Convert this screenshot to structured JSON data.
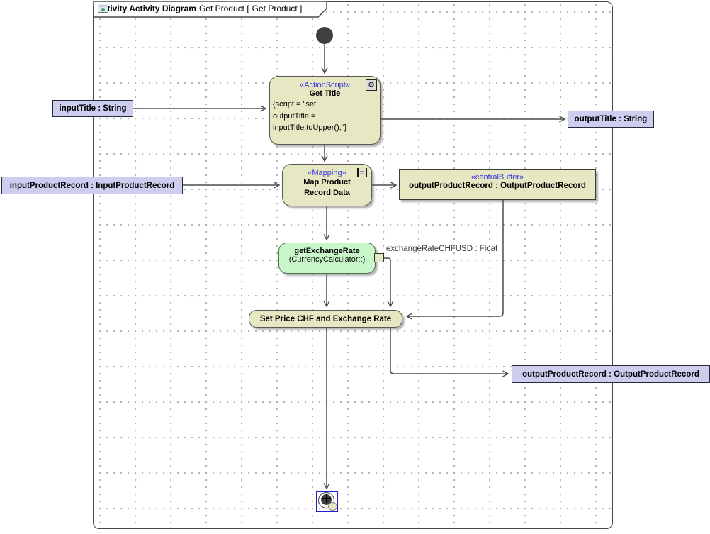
{
  "frame": {
    "keyword_bold": "activity Activity Diagram",
    "name_part": "Get Product [",
    "inner_name_part": "Get Product ]"
  },
  "nodes": {
    "get_title": {
      "stereotype": "«ActionScript»",
      "name": "Get Title",
      "script": "{script = \"set\noutputTitle =\ninputTitle.toUpper();\"}"
    },
    "map_product": {
      "stereotype": "«Mapping»",
      "name": "Map Product\nRecord Data"
    },
    "central_buffer": {
      "stereotype": "«centralBuffer»",
      "name": "outputProductRecord : OutputProductRecord"
    },
    "get_exchange_rate": {
      "name": "getExchangeRate",
      "qualifier": "(CurrencyCalculator::)",
      "pin_label": "exchangeRateCHFUSD : Float"
    },
    "set_price": {
      "name": "Set Price CHF and Exchange Rate"
    }
  },
  "parameters": {
    "input_title": "inputTitle : String",
    "output_title": "outputTitle : String",
    "input_product_record": "inputProductRecord : InputProductRecord",
    "output_product_record": "outputProductRecord : OutputProductRecord"
  },
  "icons": {
    "gear_glyph": "⚙",
    "mapping_glyph": "="
  },
  "colors": {
    "action_fill": "#e7e7c3",
    "green_fill": "#c9f7c9",
    "param_fill": "#cdcdf0",
    "stereotype_text": "#3333e0",
    "edge": "#4d4d4d",
    "selection": "#2121cc"
  }
}
